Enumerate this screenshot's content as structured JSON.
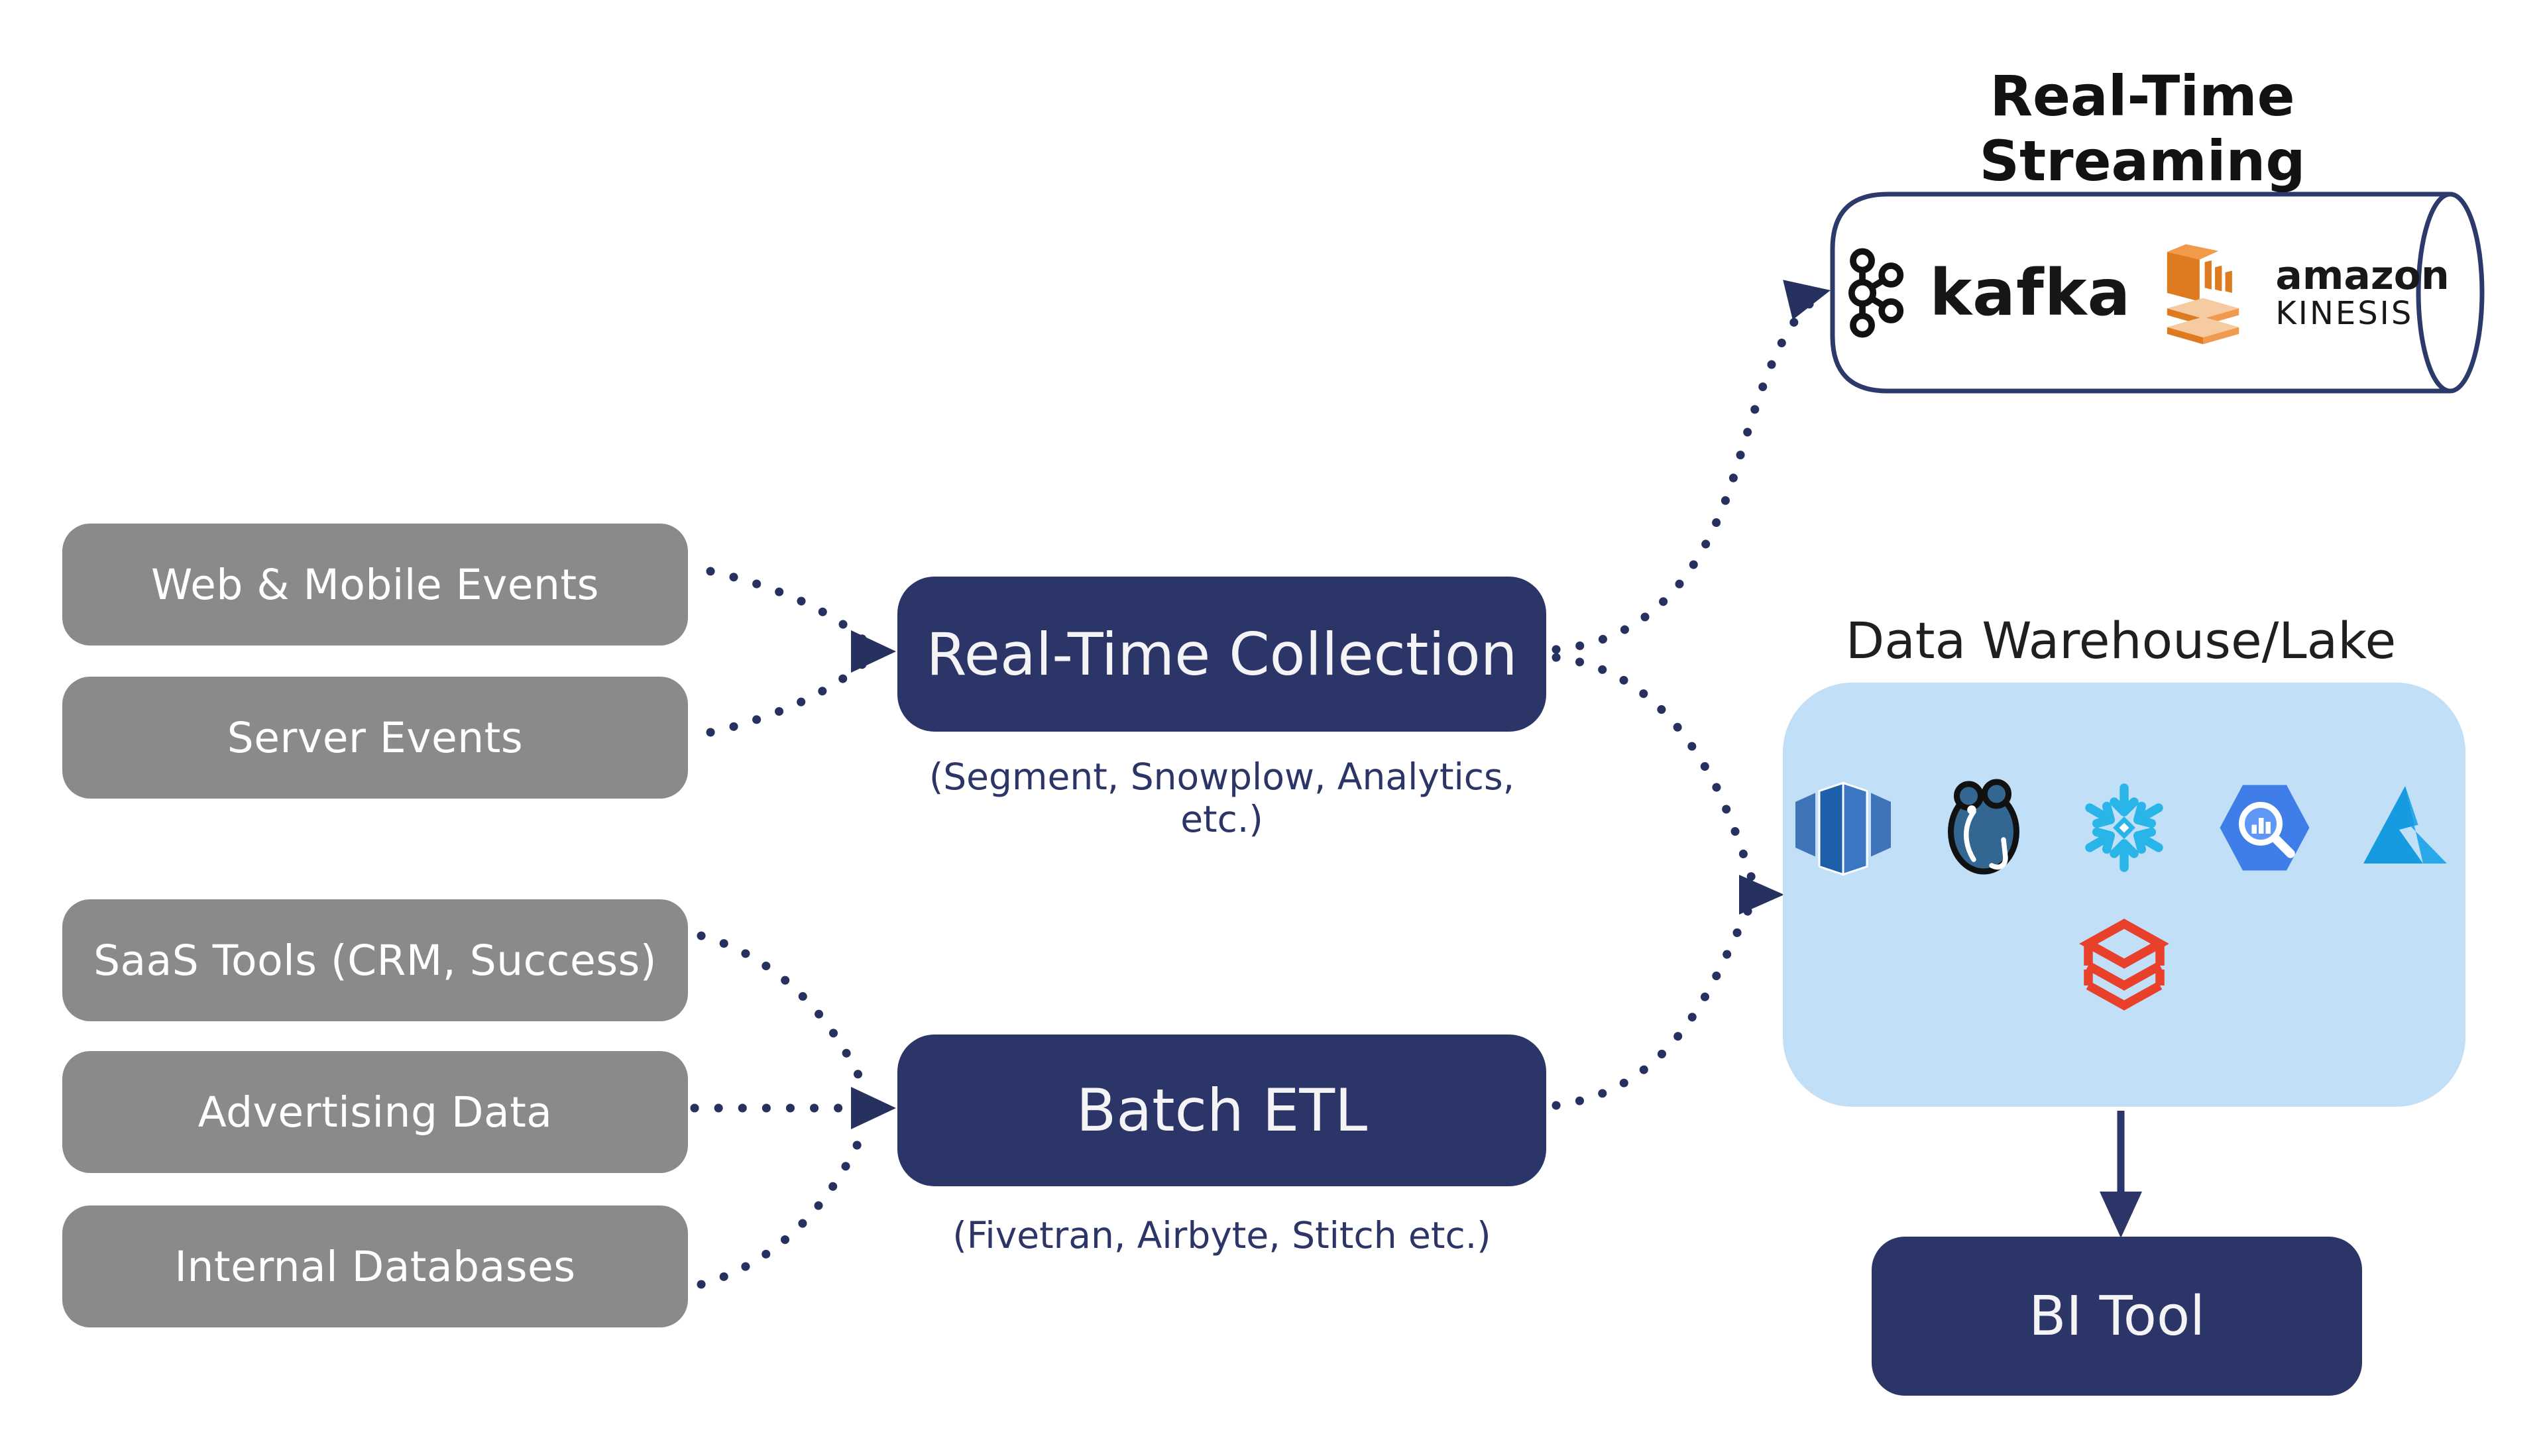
{
  "colors": {
    "navy_box": "#2c3567",
    "connector": "#26315f",
    "source_gray": "#8a8a8a",
    "warehouse_blue": "#c1dff7",
    "kinesis_orange": "#de7a20",
    "snowflake_blue": "#29b5e8",
    "databricks_red": "#e8402a",
    "bigquery_blue": "#3f7de8",
    "azure_blue": "#169be0",
    "postgres_blue": "#336791",
    "redshift_blue": "#2b6cb8"
  },
  "streaming": {
    "title": "Real-Time Streaming",
    "kafka_label": "kafka",
    "amazon_label": "amazon",
    "kinesis_label": "KINESIS"
  },
  "sources": {
    "events": [
      {
        "label": "Web & Mobile Events"
      },
      {
        "label": "Server Events"
      }
    ],
    "batch": [
      {
        "label": "SaaS Tools (CRM, Success)"
      },
      {
        "label": "Advertising Data"
      },
      {
        "label": "Internal Databases"
      }
    ]
  },
  "processors": {
    "realtime": {
      "label": "Real-Time Collection",
      "subtitle": "(Segment, Snowplow, Analytics, etc.)"
    },
    "batch": {
      "label": "Batch ETL",
      "subtitle": "(Fivetran, Airbyte, Stitch etc.)"
    }
  },
  "warehouse": {
    "title": "Data Warehouse/Lake",
    "logos": [
      "amazon-redshift",
      "postgresql",
      "snowflake",
      "google-bigquery",
      "microsoft-azure",
      "databricks"
    ]
  },
  "bi": {
    "label": "BI Tool"
  },
  "connections": [
    {
      "from": "web-mobile-events",
      "to": "real-time-collection",
      "style": "dotted"
    },
    {
      "from": "server-events",
      "to": "real-time-collection",
      "style": "dotted"
    },
    {
      "from": "saas-tools",
      "to": "batch-etl",
      "style": "dotted"
    },
    {
      "from": "advertising-data",
      "to": "batch-etl",
      "style": "dotted"
    },
    {
      "from": "internal-databases",
      "to": "batch-etl",
      "style": "dotted"
    },
    {
      "from": "real-time-collection",
      "to": "real-time-streaming",
      "style": "dotted"
    },
    {
      "from": "real-time-collection",
      "to": "data-warehouse-lake",
      "style": "dotted"
    },
    {
      "from": "batch-etl",
      "to": "data-warehouse-lake",
      "style": "dotted"
    },
    {
      "from": "data-warehouse-lake",
      "to": "bi-tool",
      "style": "solid"
    }
  ]
}
